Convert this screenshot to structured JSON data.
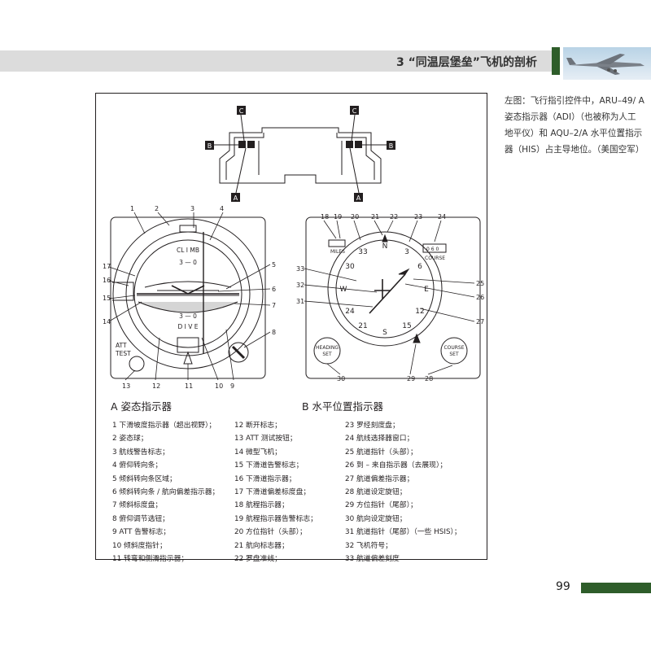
{
  "header": {
    "chapter_title": "3 “同温层堡垒”飞机的剖析"
  },
  "caption": {
    "text": "左图：飞行指引控件中，ARU–49/ A 姿态指示器（ADI）（也被称为人工地平仪）和 AQU–2/A 水平位置指示器（HIS）占主导地位。（美国空军）"
  },
  "top_panel": {
    "markers": [
      "C",
      "B",
      "A",
      "C",
      "B",
      "A"
    ]
  },
  "adi": {
    "title": "A 姿态指示器",
    "climb_label": "CL I MB",
    "dive_label": "D I V E",
    "scale_top": "3 — 0",
    "scale_bottom": "3 — 0",
    "att_test": "ATT\nTEST",
    "callouts": [
      "1",
      "2",
      "3",
      "4",
      "5",
      "6",
      "7",
      "8",
      "9",
      "10",
      "11",
      "12",
      "13",
      "14",
      "15",
      "16",
      "17"
    ]
  },
  "hsi": {
    "title": "B 水平位置指示器",
    "miles_label": "MILES",
    "course_label": "COURSE",
    "course_digits": "0 6 0",
    "heading_set": "HEADING\nSET",
    "course_set": "COURSE\nSET",
    "compass_labels": [
      "N",
      "3",
      "6",
      "E",
      "12",
      "15",
      "S",
      "21",
      "24",
      "W",
      "30",
      "33"
    ],
    "callouts": [
      "18",
      "19",
      "20",
      "21",
      "22",
      "23",
      "24",
      "25",
      "26",
      "27",
      "28",
      "29",
      "30",
      "31",
      "32",
      "33"
    ]
  },
  "legend": {
    "col1": [
      "1 下滑坡度指示器（超出视野）；",
      "2 姿态球；",
      "3 航线警告标志；",
      "4 俯仰转向条；",
      "5 倾斜转向条区域；",
      "6 倾斜转向条 / 航向偏差指示器；",
      "7 倾斜标度盘；",
      "8 俯仰调节选钮；",
      "9 ATT 告警标志；",
      "10 倾斜度指针；",
      "11 转弯和侧滑指示器；"
    ],
    "col2": [
      "12 断开标志；",
      "13  ATT 测试按钮；",
      "14 微型飞机；",
      "15 下滑道告警标志；",
      "16 下滑道指示器；",
      "17 下滑道偏差标度盘；",
      "18 航程指示器；",
      "19 航程指示器告警标志；",
      "20 方位指针（头部）；",
      "21 航向标志器；",
      "22 罗盘准线；"
    ],
    "col3": [
      "23 罗经刻度盘；",
      "24 航线选择器窗口；",
      "25 航道指针（头部）；",
      "26 到 – 来自指示器（去展现）；",
      "27 航道偏差指示器；",
      "28 航道设定旋钮；",
      "29 方位指针（尾部）；",
      "30 航向设定旋钮；",
      "31 航道指针（尾部）（一些 HSIS）；",
      "32 飞机符号；",
      "33 航道偏差刻度"
    ]
  },
  "page_number": "99"
}
